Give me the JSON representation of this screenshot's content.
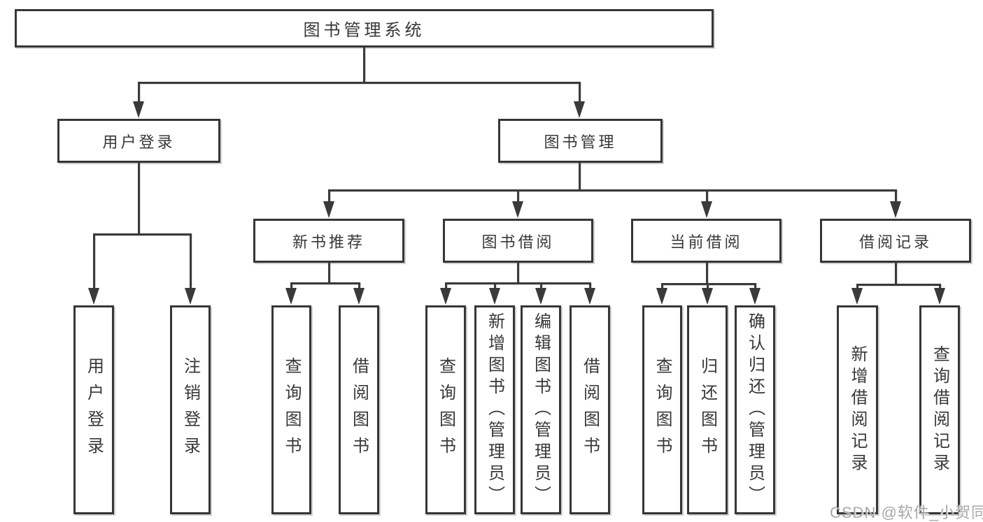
{
  "diagram": {
    "root": {
      "id": "library-management-system",
      "label": "图书管理系统"
    },
    "level2": [
      {
        "id": "user-login",
        "label": "用户登录",
        "parent": "library-management-system"
      },
      {
        "id": "book-management",
        "label": "图书管理",
        "parent": "library-management-system"
      }
    ],
    "level3": [
      {
        "id": "new-book-recommend",
        "label": "新书推荐",
        "parent": "book-management"
      },
      {
        "id": "book-borrowing",
        "label": "图书借阅",
        "parent": "book-management"
      },
      {
        "id": "current-borrowing",
        "label": "当前借阅",
        "parent": "book-management"
      },
      {
        "id": "borrowing-records",
        "label": "借阅记录",
        "parent": "book-management"
      }
    ],
    "leaves": [
      {
        "id": "user-login-action",
        "label": "用户登录",
        "parent": "user-login"
      },
      {
        "id": "logout-action",
        "label": "注销登录",
        "parent": "user-login"
      },
      {
        "id": "query-books-recommend",
        "label": "查询图书",
        "parent": "new-book-recommend"
      },
      {
        "id": "borrow-books-recommend",
        "label": "借阅图书",
        "parent": "new-book-recommend"
      },
      {
        "id": "query-books-borrowing",
        "label": "查询图书",
        "parent": "book-borrowing"
      },
      {
        "id": "add-books-admin",
        "label": "新增图书（管理员）",
        "parent": "book-borrowing"
      },
      {
        "id": "edit-books-admin",
        "label": "编辑图书（管理员）",
        "parent": "book-borrowing"
      },
      {
        "id": "borrow-books",
        "label": "借阅图书",
        "parent": "book-borrowing"
      },
      {
        "id": "query-books-current",
        "label": "查询图书",
        "parent": "current-borrowing"
      },
      {
        "id": "return-books",
        "label": "归还图书",
        "parent": "current-borrowing"
      },
      {
        "id": "confirm-return-admin",
        "label": "确认归还（管理员）",
        "parent": "current-borrowing"
      },
      {
        "id": "add-borrow-record",
        "label": "新增借阅记录",
        "parent": "borrowing-records"
      },
      {
        "id": "query-borrow-record",
        "label": "查询借阅记录",
        "parent": "borrowing-records"
      }
    ]
  },
  "watermark": {
    "text": "CSDN @软件_小贺同学"
  },
  "colors": {
    "line": "#3a3a3a",
    "box_border": "#363636",
    "box_fill": "#ffffff",
    "text": "#383838",
    "watermark": "#a8a8a8",
    "background": "#ffffff"
  }
}
